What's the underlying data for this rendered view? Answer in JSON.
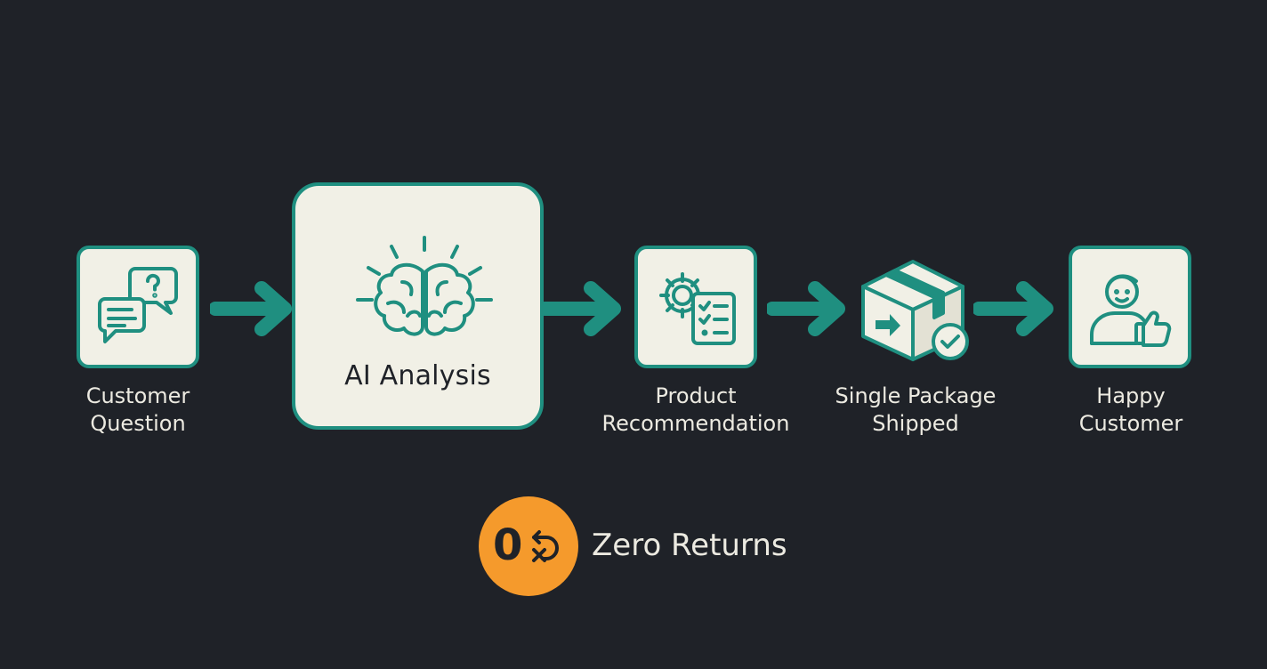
{
  "steps": [
    {
      "id": "customer-question",
      "label": "Customer Question",
      "lines": [
        "Customer",
        "Question"
      ],
      "icon": "chat-question-icon"
    },
    {
      "id": "ai-analysis",
      "label": "AI Analysis",
      "icon": "brain-icon"
    },
    {
      "id": "product-recommendation",
      "label": "Product Recommendation",
      "lines": [
        "Product",
        "Recommendation"
      ],
      "icon": "gear-checklist-icon"
    },
    {
      "id": "single-package-shipped",
      "label": "Single Package Shipped",
      "lines": [
        "Single Package",
        "Shipped"
      ],
      "icon": "package-check-icon"
    },
    {
      "id": "happy-customer",
      "label": "Happy Customer",
      "lines": [
        "Happy",
        "Customer"
      ],
      "icon": "person-thumbs-up-icon"
    }
  ],
  "outcome": {
    "badge_value": "0",
    "label": "Zero Returns",
    "icon": "return-cancel-icon"
  },
  "colors": {
    "background": "#1f2228",
    "card": "#f1f0e6",
    "accent": "#1f8f80",
    "badge": "#f59a2c",
    "text": "#eceae1"
  }
}
